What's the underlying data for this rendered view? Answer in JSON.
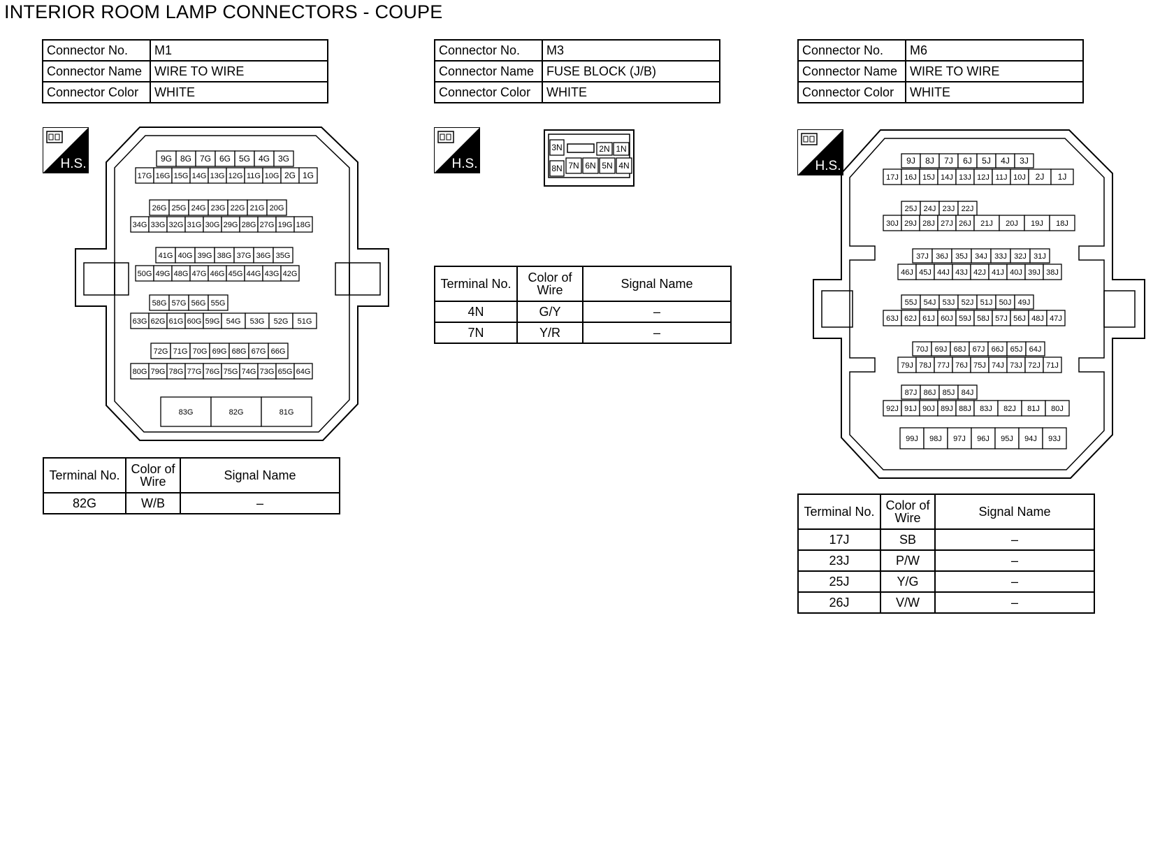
{
  "title": "INTERIOR ROOM LAMP CONNECTORS - COUPE",
  "info_labels": {
    "no": "Connector No.",
    "name": "Connector Name",
    "color": "Connector Color"
  },
  "term_headers": {
    "terminal": "Terminal No.",
    "color_line1": "Color of",
    "color_line2": "Wire",
    "signal": "Signal Name"
  },
  "hs_label": "H.S.",
  "connectors": [
    {
      "no": "M1",
      "name": "WIRE TO WIRE",
      "color": "WHITE",
      "terminals": [
        {
          "t": "82G",
          "c": "W/B",
          "s": "–"
        }
      ],
      "pin_rows": [
        [
          "9G",
          "8G",
          "7G",
          "6G",
          "5G",
          "4G",
          "3G"
        ],
        [
          "17G",
          "16G",
          "15G",
          "14G",
          "13G",
          "12G",
          "11G",
          "10G",
          "2G",
          "1G"
        ],
        [
          "26G",
          "25G",
          "24G",
          "23G",
          "22G",
          "21G",
          "20G"
        ],
        [
          "34G",
          "33G",
          "32G",
          "31G",
          "30G",
          "29G",
          "28G",
          "27G",
          "19G",
          "18G"
        ],
        [
          "41G",
          "40G",
          "39G",
          "38G",
          "37G",
          "36G",
          "35G"
        ],
        [
          "50G",
          "49G",
          "48G",
          "47G",
          "46G",
          "45G",
          "44G",
          "43G",
          "42G"
        ],
        [
          "58G",
          "57G",
          "56G",
          "55G"
        ],
        [
          "63G",
          "62G",
          "61G",
          "60G",
          "59G",
          "54G",
          "53G",
          "52G",
          "51G"
        ],
        [
          "72G",
          "71G",
          "70G",
          "69G",
          "68G",
          "67G",
          "66G"
        ],
        [
          "80G",
          "79G",
          "78G",
          "77G",
          "76G",
          "75G",
          "74G",
          "73G",
          "65G",
          "64G"
        ],
        [
          "83G",
          "82G",
          "81G"
        ]
      ]
    },
    {
      "no": "M3",
      "name": "FUSE BLOCK (J/B)",
      "color": "WHITE",
      "terminals": [
        {
          "t": "4N",
          "c": "G/Y",
          "s": "–"
        },
        {
          "t": "7N",
          "c": "Y/R",
          "s": "–"
        }
      ],
      "pin_rows": [
        [
          "3N",
          "2N",
          "1N"
        ],
        [
          "8N",
          "7N",
          "6N",
          "5N",
          "4N"
        ]
      ]
    },
    {
      "no": "M6",
      "name": "WIRE TO WIRE",
      "color": "WHITE",
      "terminals": [
        {
          "t": "17J",
          "c": "SB",
          "s": "–"
        },
        {
          "t": "23J",
          "c": "P/W",
          "s": "–"
        },
        {
          "t": "25J",
          "c": "Y/G",
          "s": "–"
        },
        {
          "t": "26J",
          "c": "V/W",
          "s": "–"
        }
      ],
      "pin_rows": [
        [
          "9J",
          "8J",
          "7J",
          "6J",
          "5J",
          "4J",
          "3J"
        ],
        [
          "17J",
          "16J",
          "15J",
          "14J",
          "13J",
          "12J",
          "11J",
          "10J",
          "2J",
          "1J"
        ],
        [
          "25J",
          "24J",
          "23J",
          "22J"
        ],
        [
          "30J",
          "29J",
          "28J",
          "27J",
          "26J",
          "21J",
          "20J",
          "19J",
          "18J"
        ],
        [
          "37J",
          "36J",
          "35J",
          "34J",
          "33J",
          "32J",
          "31J"
        ],
        [
          "46J",
          "45J",
          "44J",
          "43J",
          "42J",
          "41J",
          "40J",
          "39J",
          "38J"
        ],
        [
          "55J",
          "54J",
          "53J",
          "52J",
          "51J",
          "50J",
          "49J"
        ],
        [
          "63J",
          "62J",
          "61J",
          "60J",
          "59J",
          "58J",
          "57J",
          "56J",
          "48J",
          "47J"
        ],
        [
          "70J",
          "69J",
          "68J",
          "67J",
          "66J",
          "65J",
          "64J"
        ],
        [
          "79J",
          "78J",
          "77J",
          "76J",
          "75J",
          "74J",
          "73J",
          "72J",
          "71J"
        ],
        [
          "87J",
          "86J",
          "85J",
          "84J"
        ],
        [
          "92J",
          "91J",
          "90J",
          "89J",
          "88J",
          "83J",
          "82J",
          "81J",
          "80J"
        ],
        [
          "99J",
          "98J",
          "97J",
          "96J",
          "95J",
          "94J",
          "93J"
        ]
      ]
    }
  ]
}
